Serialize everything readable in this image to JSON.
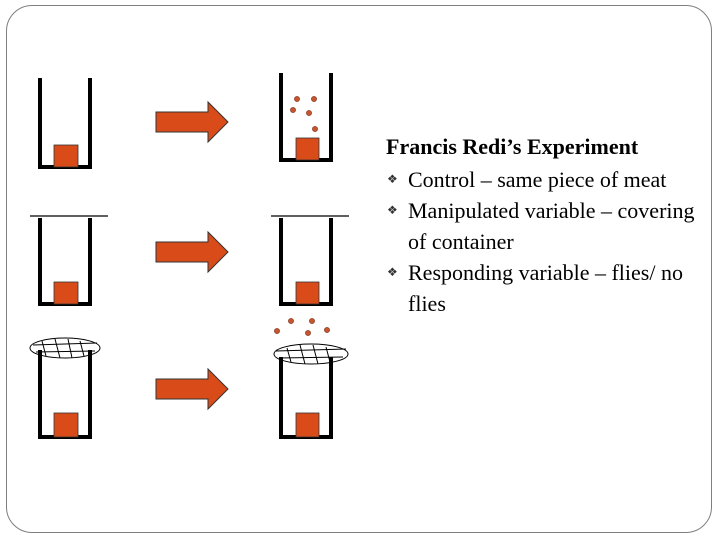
{
  "slide": {
    "title": "Francis Redi’s Experiment",
    "bullets": [
      {
        "text": "Control – same piece of meat"
      },
      {
        "text": "Manipulated variable – covering of container"
      },
      {
        "text": "Responding variable – flies/ no flies"
      }
    ]
  },
  "diagram": {
    "rows": [
      {
        "name": "open-jar",
        "covering": "none",
        "flies_after": true
      },
      {
        "name": "covered-jar",
        "covering": "solid lid",
        "flies_after": false
      },
      {
        "name": "gauze-covered-jar",
        "covering": "gauze",
        "flies_after": false,
        "flies_on_cover": true
      }
    ],
    "colors": {
      "meat": "#d94c1a",
      "arrow": "#d94c1a",
      "jar_outline": "#000000",
      "fly": "#c8552f",
      "frame": "#7f7f7f"
    },
    "icons": {
      "bullet": "diamond-bullet-icon",
      "arrow": "right-arrow-icon",
      "fly": "fly-icon"
    }
  }
}
